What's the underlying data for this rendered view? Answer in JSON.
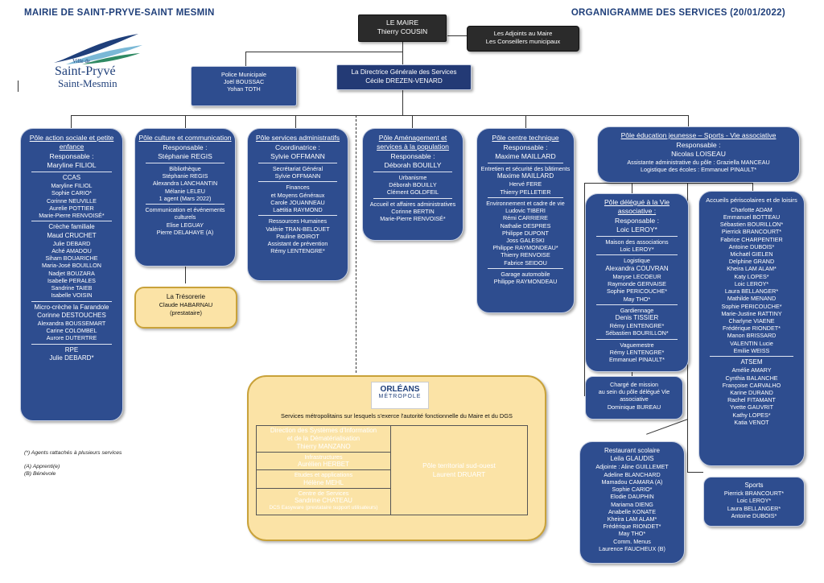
{
  "header": {
    "left": "MAIRIE DE SAINT-PRYVE-SAINT MESMIN",
    "right": "ORGANIGRAMME DES SERVICES (20/01/2022)"
  },
  "logo": {
    "line1": "Ville de",
    "line2": "Saint-Pryvé",
    "line3": "Saint-Mesmin"
  },
  "maire": {
    "title": "LE MAIRE",
    "name": "Thierry COUSIN"
  },
  "adjoints": [
    "Les Adjoints au Maire",
    "Les Conseillers municipaux"
  ],
  "police": {
    "title": "Police Municipale",
    "lines": [
      "Joël BOUSSAC",
      "Yohan TOTH"
    ]
  },
  "dgs": {
    "title": "La Directrice Générale des Services",
    "name": "Cécile DREZEN-VENARD"
  },
  "pole_sociale": {
    "title": "Pôle action sociale et petite enfance",
    "resp": [
      "Responsable :",
      "Maryline FILIOL"
    ],
    "ccas": [
      "CCAS",
      "Maryline FILIOL",
      "Sophie CARIO*",
      "Corinne NEUVILLE",
      "Aurelie POTTIER",
      "Marie-Pierre RENVOISÉ*"
    ],
    "creche": [
      "Crèche familiale",
      "Maud CRUCHET",
      "Julie DEBARD",
      "Aché AMADOU",
      "Siham BOUARICHE",
      "Maria-José BOUILLON",
      "Nadjet BOUZARA",
      "Isabelle PERALES",
      "Sandrine TAIEB",
      "Isabelle VOISIN"
    ],
    "micro": [
      "Micro-crèche la Farandole",
      "Corinne DESTOUCHES",
      "Alexandra BOUSSEMART",
      "Carine COLOMBEL",
      "Aurore DUTERTRE"
    ],
    "rpe": [
      "RPE",
      "Julie DEBARD*"
    ]
  },
  "pole_culture": {
    "title": "Pôle culture et communication",
    "resp": [
      "Responsable :",
      "Stéphanie REGIS"
    ],
    "biblio": [
      "Bibliothèque",
      "Stéphanie REGIS",
      "Alexandra LANCHANTIN",
      "Mélanie LELEU",
      "1 agent (Mars 2022)"
    ],
    "comm": [
      "Communication et événements culturels",
      "Elise LEGUAY",
      "Pierre DELAHAYE (A)"
    ]
  },
  "tresorerie": {
    "title": "La Trésorerie",
    "lines": [
      "Claude HABARNAU",
      "(prestataire)"
    ]
  },
  "pole_admin": {
    "title": "Pôle services administratifs",
    "coord": [
      "Coordinatrice :",
      "Sylvie OFFMANN"
    ],
    "secr": [
      "Secrétariat Général",
      "Sylvie OFFMANN"
    ],
    "fin": [
      "Finances",
      "et Moyens Généraux",
      "Carole JOUANNEAU",
      "Laëtitia RAYMOND"
    ],
    "rh": [
      "Ressources Humaines",
      "Valérie TRAN-BELOUET",
      "Pauline BOIROT"
    ],
    "prev": [
      "Assistant de prévention",
      "Rémy LENTENGRE*"
    ]
  },
  "pole_amenagement": {
    "title": "Pôle Aménagement et services à la population",
    "resp": [
      "Responsable :",
      "Déborah BOUILLY"
    ],
    "urba": [
      "Urbanisme",
      "Déborah BOUILLY",
      "Clément GOLDFEIL"
    ],
    "accueil": [
      "Accueil et affaires administratives",
      "Corinne BERTIN",
      "Marie-Pierre RENVOISÉ*"
    ]
  },
  "pole_technique": {
    "title": "Pôle centre technique",
    "resp": [
      "Responsable :",
      "Maxime MAILLARD"
    ],
    "batiments": [
      "Entretien et sécurité des bâtiments",
      "Maxime MAILLARD",
      "Hervé FERE",
      "Thierry PELLETIER"
    ],
    "env": [
      "Environnement et cadre de vie",
      "Ludovic TIBERI",
      "Rémi CARRIERE",
      "Nathalie DESPRES",
      "Philippe DUPONT",
      "Joss GALESKI",
      "Philippe RAYMONDEAU*",
      "Thierry RENVOISE",
      "Fabrice SEIDOU"
    ],
    "garage": [
      "Garage automobile",
      "Philippe RAYMONDEAU"
    ]
  },
  "pole_education": {
    "title": "Pôle éducation jeunesse – Sports - Vie associative",
    "lines": [
      "Responsable :",
      "Nicolas LOISEAU",
      "Assistante administrative du pôle : Graziella MANCEAU",
      "Logistique des écoles : Emmanuel PINAULT*"
    ]
  },
  "pole_vie": {
    "title": "Pôle délégué à la Vie associative :",
    "resp": [
      "Responsable :",
      "Loic LEROY*"
    ],
    "maison": [
      "Maison des associations",
      "Loic LEROY*"
    ],
    "logistique": [
      "Logistique",
      "Alexandra COUVRAN",
      "Maryse LECOEUR",
      "Raymonde GERVAISE",
      "Sophie PERICOUCHE*",
      "May THO*"
    ],
    "gardiennage": [
      "Gardiennage",
      "Denis TISSIER",
      "Rémy LENTENGRE*",
      "Sébastien BOURILLON*"
    ],
    "vaguemestre": [
      "Vaguemestre",
      "Rémy LENTENGRE*",
      "Emmanuel PINAULT*"
    ]
  },
  "mission": {
    "lines": [
      "Chargé de mission",
      "au sein du pôle délégué Vie associative",
      "Dominique BUREAU"
    ]
  },
  "accueils": {
    "title": "Accueils périscolaires et de loisirs",
    "names": [
      "Charlotte ADAM",
      "Emmanuel BOTTEAU",
      "Sébastien BOURILLON*",
      "Pierrick BRANCOURT*",
      "Fabrice CHARPENTIER",
      "Antoine DUBOIS*",
      "Michaël GIELEN",
      "Delphine GRAND",
      "Kheira LAM ALAM*",
      "Katy LOPES*",
      "Loic LEROY*",
      "Laura BELLANGER*",
      "Mathilde MENAND",
      "Sophie PERICOUCHE*",
      "Marie-Justine RATTINY",
      "Charlyne VIAENE",
      "Frédérique RIONDET*",
      "Manon BRISSARD",
      "VALENTIN Lucie",
      "Emilie WEISS"
    ],
    "atsem": [
      "ATSEM",
      "Amélie AMARY",
      "Cynthia BALANCHE",
      "Françoise CARVALHO",
      "Karine DURAND",
      "Rachel FITAMANT",
      "Yvette GAUVRIT",
      "Kathy LOPES*",
      "Katia VENOT"
    ]
  },
  "restaurant": {
    "lines": [
      "Restaurant scolaire",
      "Leila GLAUDIS",
      "Adjointe : Aline GUILLEMET",
      "Adeline BLANCHARD",
      "Mamadou CAMARA (A)",
      "Sophie CARIO*",
      "Elodie DAUPHIN",
      "Mariama DIENG",
      "Anabelle KONATE",
      "Kheira LAM ALAM*",
      "Frédérique RIONDET*",
      "May THO*",
      "Comm. Menus",
      "Laurence FAUCHEUX (B)"
    ]
  },
  "sports": {
    "lines": [
      "Sports",
      "Pierrick BRANCOURT*",
      "Loic LEROY*",
      "Laura BELLANGER*",
      "Antoine DUBOIS*"
    ]
  },
  "orleans": {
    "logo_top": "ORLÉANS",
    "logo_bottom": "MÉTROPOLE",
    "intro": "Services métropolitains sur lesquels s'exerce l'autorité fonctionnelle du Maire et du DGS",
    "dsi": [
      "Direction des Systèmes d'Information",
      "et de la Dématérialisation",
      "Thierry MANZANO"
    ],
    "infra": [
      "Infrastructures",
      "Aurélien HERBET"
    ],
    "etudes": [
      "Etudes et applications",
      "Hélène MEHL"
    ],
    "centre": [
      "Centre de Services",
      "Sandrine CHATEAU",
      "DCS Easyware (prestataire support utilisateurs)"
    ],
    "pole_territorial": [
      "Pôle territorial sud-ouest",
      "Laurent DRUART"
    ]
  },
  "legend": [
    "(*)  Agents rattachés à plusieurs services",
    "(A) Apprenti(e)",
    "(B) Bénévole"
  ]
}
